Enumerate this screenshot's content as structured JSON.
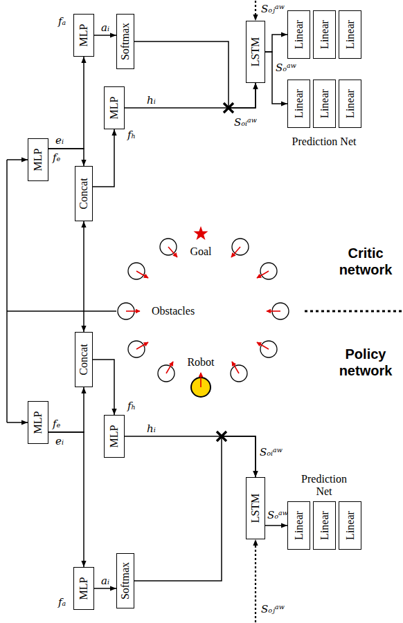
{
  "diagram": {
    "nodes": [
      {
        "text": [
          "MLP"
        ]
      },
      {
        "text": [
          "Softmax"
        ]
      },
      {
        "text": [
          "LSTM"
        ]
      },
      {
        "text": [
          "Linear"
        ]
      },
      {
        "text": [
          "Linear"
        ]
      },
      {
        "text": [
          "Linear"
        ]
      },
      {
        "text": [
          "MLP"
        ]
      },
      {
        "text": [
          "Linear"
        ]
      },
      {
        "text": [
          "Linear"
        ]
      },
      {
        "text": [
          "Linear"
        ]
      },
      {
        "text": [
          "MLP"
        ]
      },
      {
        "text": [
          "Concat"
        ]
      },
      {
        "text": [
          "Concat"
        ]
      },
      {
        "text": [
          "MLP"
        ]
      },
      {
        "text": [
          "MLP"
        ]
      },
      {
        "text": [
          "LSTM"
        ]
      },
      {
        "text": [
          "Linear"
        ]
      },
      {
        "text": [
          "Linear"
        ]
      },
      {
        "text": [
          "Linear"
        ]
      },
      {
        "text": [
          "MLP"
        ]
      },
      {
        "text": [
          "Softmax"
        ]
      }
    ],
    "edges": [
      {
        "from": 10,
        "to": 0,
        "arrow": "to"
      },
      {
        "from": 10,
        "to": 11,
        "arrow": "to"
      },
      {
        "from": 0,
        "to": 1,
        "arrow": "to",
        "label": "aᵢ"
      },
      {
        "from": 11,
        "to": 6,
        "arrow": "to"
      },
      {
        "from": 1,
        "to": 2,
        "arrow": "to"
      },
      {
        "from": 6,
        "to": 2,
        "arrow": "to",
        "label": "hᵢ"
      },
      {
        "from": 2,
        "to": 3,
        "arrow": "to"
      },
      {
        "from": 2,
        "to": 7,
        "arrow": "to"
      },
      {
        "from": 11,
        "to": 12,
        "arrow": "both"
      },
      {
        "from": 12,
        "to": 14,
        "arrow": "to"
      },
      {
        "from": 13,
        "to": 12,
        "arrow": "to"
      },
      {
        "from": 13,
        "to": 19,
        "arrow": "to"
      },
      {
        "from": 19,
        "to": 20,
        "arrow": "to",
        "label": "aᵢ"
      },
      {
        "from": 20,
        "to": 15,
        "arrow": "to"
      },
      {
        "from": 14,
        "to": 15,
        "arrow": "to",
        "label": "hᵢ"
      },
      {
        "from": 15,
        "to": 16,
        "arrow": "to"
      }
    ],
    "labels": [
      "fₐ",
      "Sₒⱼᵃʷ",
      "Sₒᵃʷ",
      "eᵢ",
      "Sₒᵢᵃʷ",
      "fₕ",
      "fₑ",
      "Prediction Net",
      "Goal",
      "Critic network",
      "Obstacles",
      "Policy network",
      "Robot",
      "fₕ",
      "fₑ",
      "eᵢ",
      "Sₒᵢᵃʷ",
      "Prediction Net",
      "Sₒᵃʷ",
      "fₐ",
      "Sₒⱼᵃʷ"
    ]
  }
}
